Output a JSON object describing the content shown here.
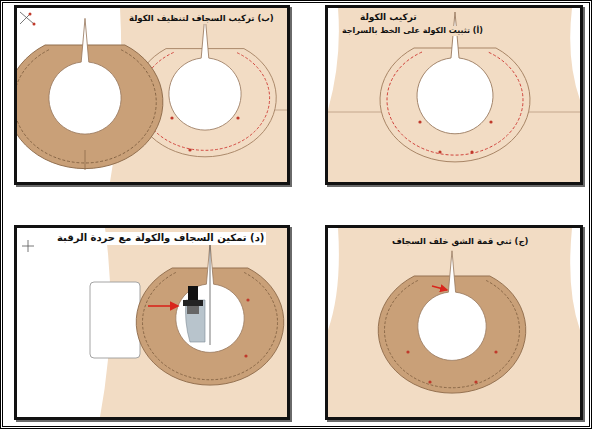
{
  "diagram": {
    "nodes": [
      {
        "text": [
          "تركيب الكولة",
          "(أ) تثبيت الكولة على الخط بالسراجة"
        ]
      },
      {
        "text": [
          "(ب) تركيب السجاف لتنظيف الكولة"
        ]
      },
      {
        "text": [
          "(ج) ثني قمة الشق خلف السجاف"
        ]
      },
      {
        "text": [
          "(د) تمكين السجاف والكولة مع حردة الرقبة"
        ]
      }
    ]
  }
}
